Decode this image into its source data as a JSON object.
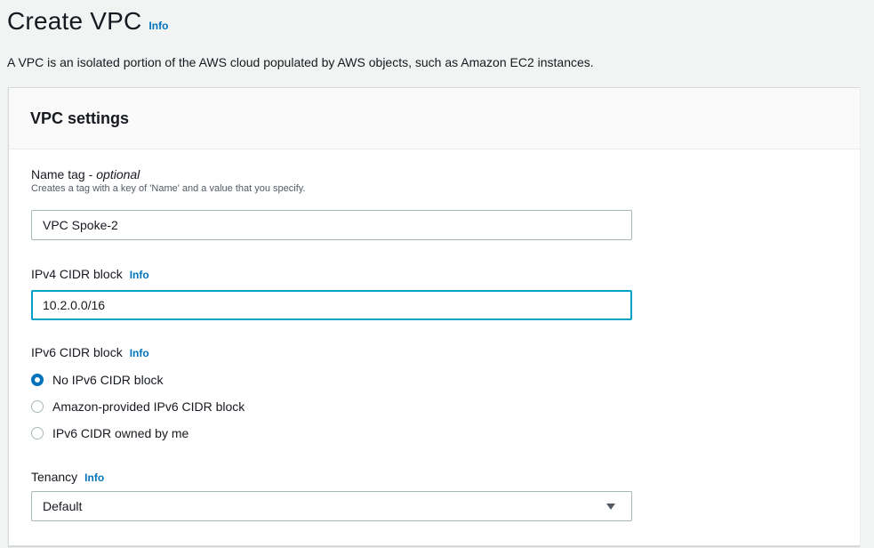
{
  "header": {
    "title": "Create VPC",
    "info_label": "Info",
    "description": "A VPC is an isolated portion of the AWS cloud populated by AWS objects, such as Amazon EC2 instances."
  },
  "panel": {
    "title": "VPC settings"
  },
  "name_tag": {
    "label": "Name tag -",
    "optional_label": "optional",
    "description": "Creates a tag with a key of 'Name' and a value that you specify.",
    "value": "VPC Spoke-2"
  },
  "ipv4_cidr": {
    "label": "IPv4 CIDR block",
    "info_label": "Info",
    "value": "10.2.0.0/16"
  },
  "ipv6_cidr": {
    "label": "IPv6 CIDR block",
    "info_label": "Info",
    "options": [
      {
        "label": "No IPv6 CIDR block",
        "checked": true
      },
      {
        "label": "Amazon-provided IPv6 CIDR block",
        "checked": false
      },
      {
        "label": "IPv6 CIDR owned by me",
        "checked": false
      }
    ]
  },
  "tenancy": {
    "label": "Tenancy",
    "info_label": "Info",
    "selected": "Default"
  },
  "colors": {
    "link": "#0073bb",
    "focus_border": "#00a1c9",
    "radio_checked": "#0073bb"
  }
}
